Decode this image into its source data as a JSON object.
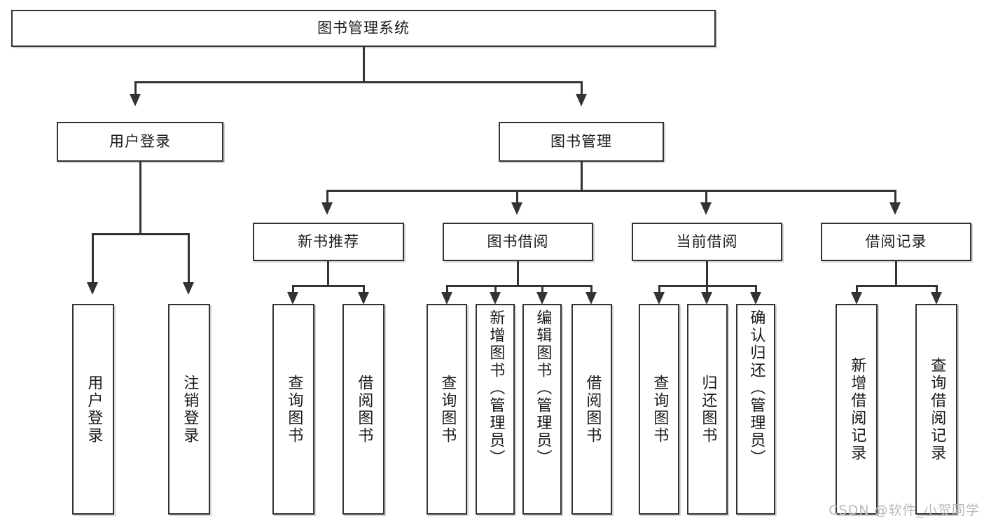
{
  "diagram": {
    "title": "图书管理系统",
    "type": "tree",
    "root": {
      "id": "root",
      "label": "图书管理系统"
    },
    "level1": [
      {
        "id": "user-login",
        "label": "用户登录"
      },
      {
        "id": "book-management",
        "label": "图书管理"
      }
    ],
    "level2": [
      {
        "id": "new-book-recommend",
        "label": "新书推荐",
        "parent": "book-management"
      },
      {
        "id": "book-borrow",
        "label": "图书借阅",
        "parent": "book-management"
      },
      {
        "id": "current-borrow",
        "label": "当前借阅",
        "parent": "book-management"
      },
      {
        "id": "borrow-record",
        "label": "借阅记录",
        "parent": "book-management"
      }
    ],
    "leaves": {
      "user-login": [
        {
          "id": "leaf-user-login",
          "label": "用户登录"
        },
        {
          "id": "leaf-user-logout",
          "label": "注销登录"
        }
      ],
      "new-book-recommend": [
        {
          "id": "leaf-query-book-1",
          "label": "查询图书"
        },
        {
          "id": "leaf-borrow-book-1",
          "label": "借阅图书"
        }
      ],
      "book-borrow": [
        {
          "id": "leaf-query-book-2",
          "label": "查询图书"
        },
        {
          "id": "leaf-add-book",
          "label": "新增图书（管理员）"
        },
        {
          "id": "leaf-edit-book",
          "label": "编辑图书（管理员）"
        },
        {
          "id": "leaf-borrow-book-2",
          "label": "借阅图书"
        }
      ],
      "current-borrow": [
        {
          "id": "leaf-query-book-3",
          "label": "查询图书"
        },
        {
          "id": "leaf-return-book",
          "label": "归还图书"
        },
        {
          "id": "leaf-confirm-return",
          "label": "确认归还（管理员）"
        }
      ],
      "borrow-record": [
        {
          "id": "leaf-add-record",
          "label": "新增借阅记录"
        },
        {
          "id": "leaf-query-record",
          "label": "查询借阅记录"
        }
      ]
    }
  },
  "watermark": {
    "text": "CSDN @软件_小贺同学"
  },
  "colors": {
    "border": "#333333",
    "background": "#ffffff",
    "text": "#1a1a1a",
    "watermark": "#b9b9b9"
  }
}
